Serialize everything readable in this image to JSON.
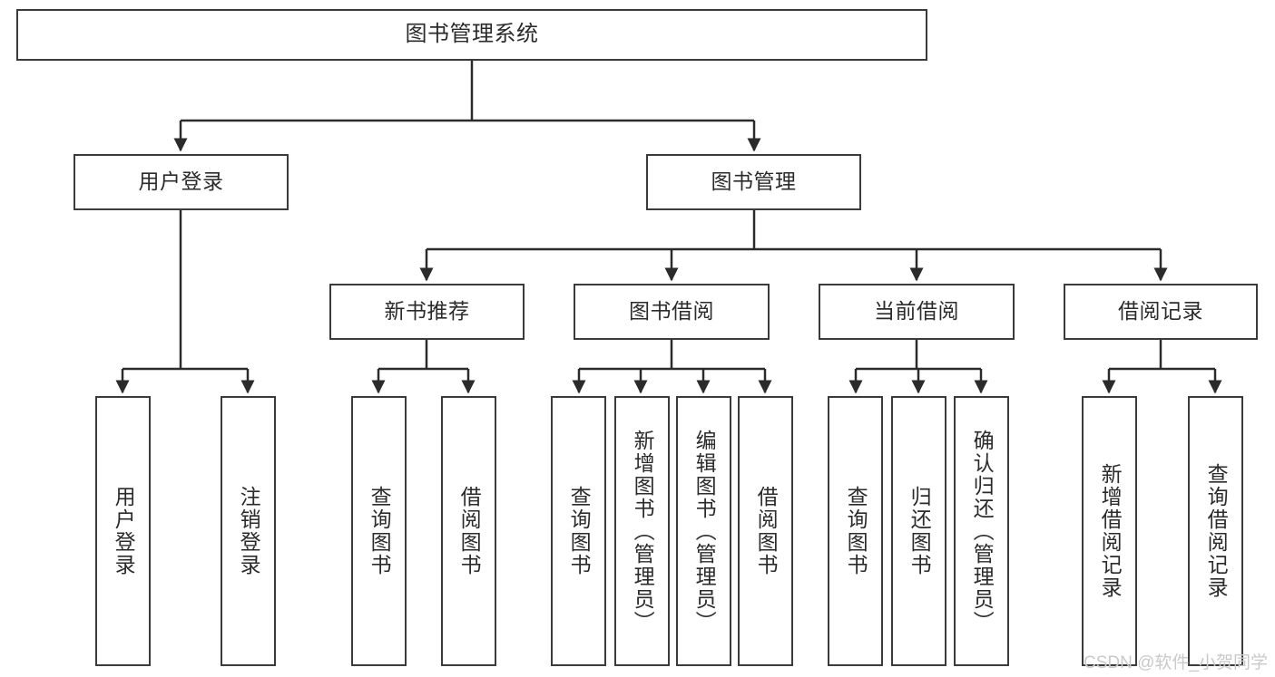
{
  "diagram": {
    "title": "图书管理系统",
    "type": "hierarchy-tree",
    "watermark": "CSDN @软件_小贺同学",
    "colors": {
      "box_border": "#3b3b3b",
      "box_fill": "#ffffff",
      "edge": "#2b2b2b",
      "text": "#2b2b2b",
      "watermark": "#c9c9c9",
      "background": "#ffffff"
    },
    "nodes": {
      "root": {
        "label": "图书管理系统"
      },
      "level2": [
        {
          "label": "用户登录"
        },
        {
          "label": "图书管理"
        }
      ],
      "level3": [
        {
          "label": "新书推荐"
        },
        {
          "label": "图书借阅"
        },
        {
          "label": "当前借阅"
        },
        {
          "label": "借阅记录"
        }
      ],
      "leaves": {
        "user_login": [
          {
            "label": "用户登录"
          },
          {
            "label": "注销登录"
          }
        ],
        "new_book_recommend": [
          {
            "label": "查询图书"
          },
          {
            "label": "借阅图书"
          }
        ],
        "book_borrow": [
          {
            "label": "查询图书"
          },
          {
            "label": "新增图书（管理员）"
          },
          {
            "label": "编辑图书（管理员）"
          },
          {
            "label": "借阅图书"
          }
        ],
        "current_borrow": [
          {
            "label": "查询图书"
          },
          {
            "label": "归还图书"
          },
          {
            "label": "确认归还（管理员）"
          }
        ],
        "borrow_record": [
          {
            "label": "新增借阅记录"
          },
          {
            "label": "查询借阅记录"
          }
        ]
      }
    }
  }
}
